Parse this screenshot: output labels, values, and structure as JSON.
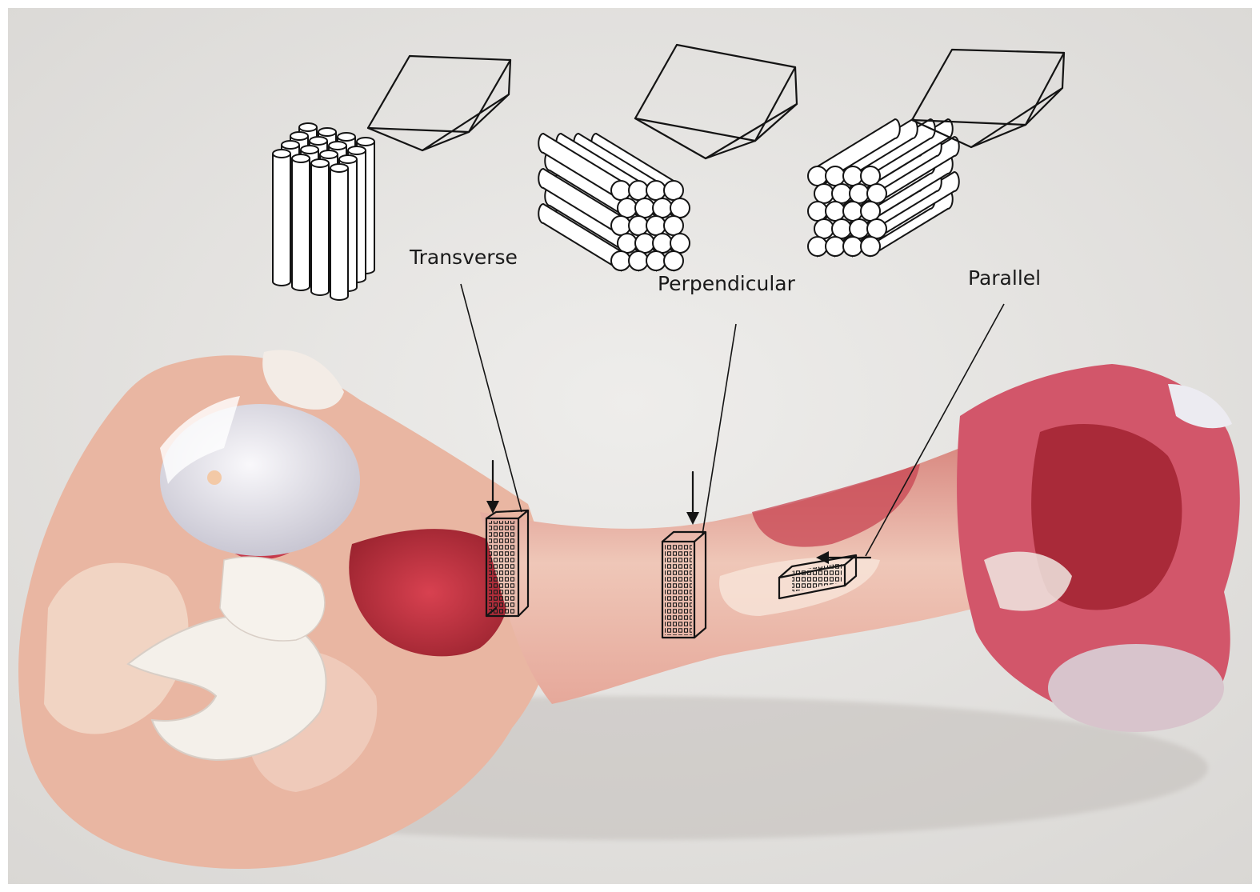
{
  "labels": {
    "transverse": "Transverse",
    "perpendicular": "Perpendicular",
    "parallel": "Parallel"
  },
  "icons": [
    "fiber-bundle-vertical-icon",
    "fiber-bundle-horizontal-icon",
    "cutting-wedge-icon",
    "specimen-block-icon",
    "loading-arrow-icon"
  ],
  "colors": {
    "background": "#e9e8e6",
    "bone_shaft": "#e8b3a3",
    "meat_red": "#c2303d",
    "cartilage": "#efedf1",
    "ink": "#141414"
  }
}
